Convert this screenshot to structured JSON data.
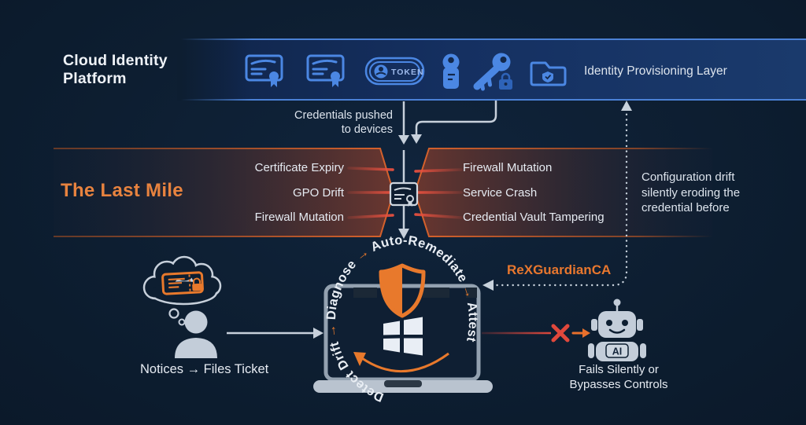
{
  "colors": {
    "background": "#0d1e31",
    "accent_blue": "#4b87e3",
    "accent_orange": "#e8792c",
    "alert_red": "#e0483c",
    "neutral_gray": "#c3cdd9",
    "text_light": "#e6ebf2"
  },
  "header": {
    "platform_title": "Cloud Identity\nPlatform",
    "layer_label": "Identity Provisioning Layer",
    "token_label": "TOKEN",
    "icon_names": [
      "certificate-icon",
      "certificate-icon",
      "token-badge-icon",
      "usb-key-icon",
      "key-lock-icon",
      "secure-folder-icon"
    ]
  },
  "flow": {
    "credentials_note": "Credentials pushed\nto devices"
  },
  "last_mile": {
    "title": "The Last Mile",
    "left_issues": [
      "Certificate Expiry",
      "GPO Drift",
      "Firewall Mutation"
    ],
    "right_issues": [
      "Firewall Mutation",
      "Service Crash",
      "Credential Vault Tampering"
    ],
    "drift_note": "Configuration drift\nsilently eroding the\ncredential before"
  },
  "remediation": {
    "product_name": "ReXGuardianCA",
    "cycle_steps": [
      "Detect Drift",
      "Diagnose",
      "Auto-Remediate",
      "Attest"
    ],
    "arrow": "→"
  },
  "manual_path": {
    "user_label": "Notices → Files Ticket"
  },
  "ai_path": {
    "robot_label": "AI",
    "caption": "Fails Silently or\nBypasses Controls"
  }
}
